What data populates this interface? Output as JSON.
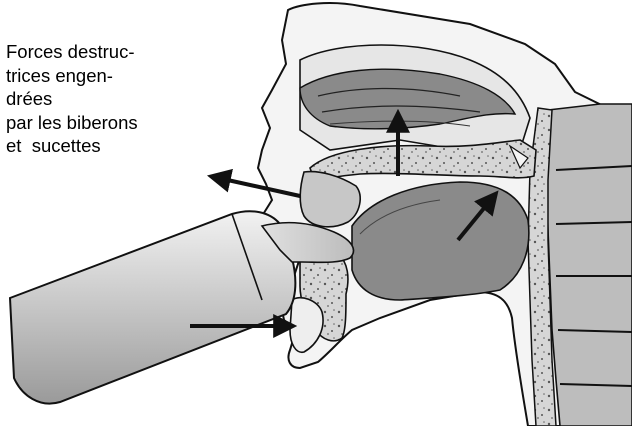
{
  "caption": {
    "lines": [
      "Forces destruc-",
      "trices engen-",
      "drées",
      "par les biberons",
      "et  sucettes"
    ]
  },
  "colors": {
    "ink": "#111111",
    "background": "#ffffff",
    "tissue_light": "#ececec",
    "tissue_mid": "#bdbdbd",
    "tissue_dark": "#8a8a8a",
    "bone": "#dadada",
    "bottle": "#e2e2e2"
  },
  "icons": {
    "arrow": "force-arrow-icon"
  }
}
